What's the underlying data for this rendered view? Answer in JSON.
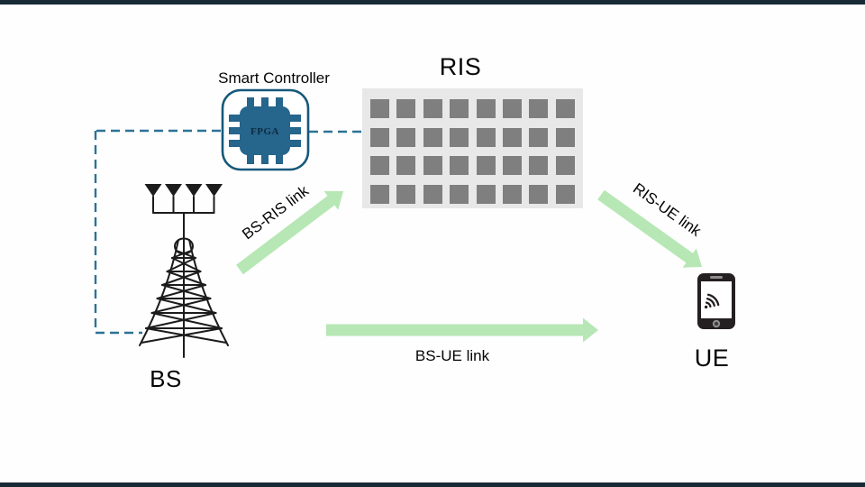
{
  "figure": {
    "type": "network-diagram",
    "description": "RIS-assisted wireless communication system"
  },
  "smart_controller": {
    "label": "Smart Controller",
    "chip_label": "FPGA"
  },
  "ris": {
    "label": "RIS",
    "rows": 4,
    "cols": 8
  },
  "bs": {
    "label": "BS"
  },
  "ue": {
    "label": "UE"
  },
  "links": {
    "bs_ris": {
      "label": "BS-RIS link"
    },
    "ris_ue": {
      "label": "RIS-UE link"
    },
    "bs_ue": {
      "label": "BS-UE link"
    }
  },
  "colors": {
    "frame_bar": "#182a35",
    "control_dash": "#2c7296",
    "controller_border": "#16587a",
    "chip_fill": "#26658c",
    "chip_text": "#0e2b3d",
    "arrow_green": "#b6e7b4",
    "ris_panel": "#e8e8e8",
    "ris_cell": "#7f7f7f",
    "ink": "#1c1c1c"
  }
}
